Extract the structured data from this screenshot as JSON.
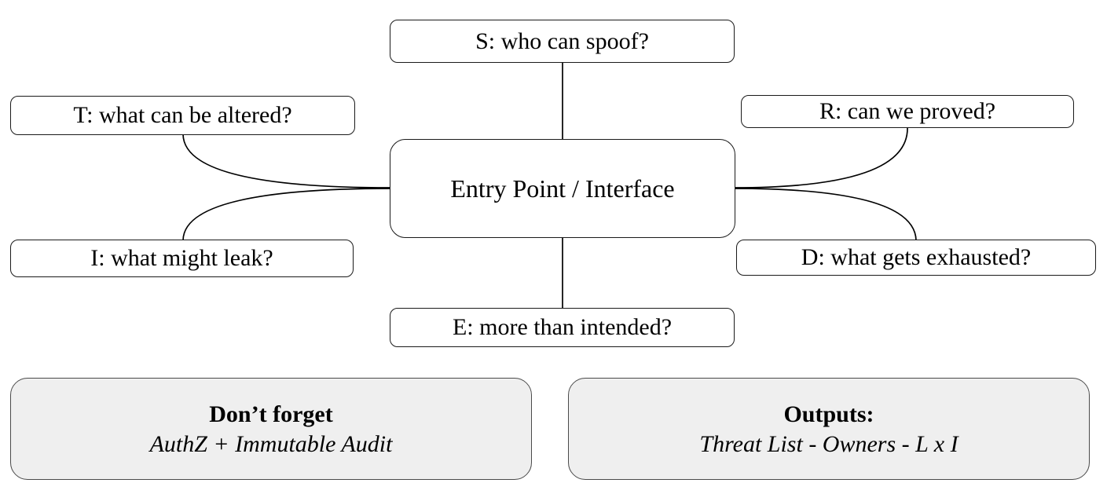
{
  "diagram": {
    "center_label": "Entry Point / Interface",
    "nodes": {
      "s": "S: who can spoof?",
      "t": "T: what can be altered?",
      "r": "R: can we proved?",
      "i": "I: what might leak?",
      "d": "D: what gets exhausted?",
      "e": "E: more than intended?"
    },
    "notes": {
      "left": {
        "title": "Don’t forget",
        "body": "AuthZ + Immutable Audit"
      },
      "right": {
        "title": "Outputs:",
        "body": "Threat List - Owners - L x I"
      }
    },
    "colors": {
      "node_fill": "#ffffff",
      "note_fill": "#efefef",
      "stroke": "#000000",
      "text": "#000000"
    }
  }
}
